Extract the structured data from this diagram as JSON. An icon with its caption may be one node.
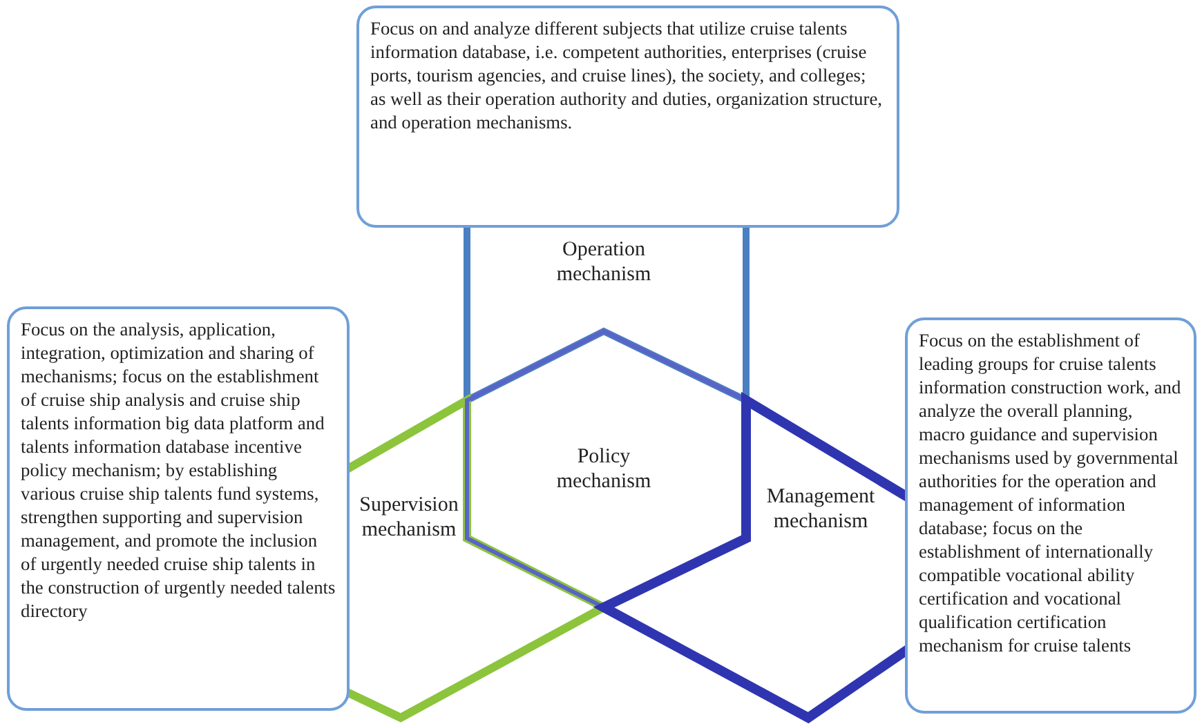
{
  "diagram": {
    "nodes": [
      {
        "text": [
          "Focus on and analyze different subjects that utilize cruise talents information database, i.e. competent authorities, enterprises (cruise ports, tourism agencies, and cruise lines), the society, and colleges; as well as their operation authority and duties, organization structure, and operation mechanisms."
        ]
      },
      {
        "text": [
          "Operation mechanism"
        ]
      },
      {
        "text": [
          "Focus on the analysis, application, integration, optimization and sharing of mechanisms; focus on the establishment of cruise ship analysis and cruise ship talents information big data platform and talents information database incentive policy mechanism; by establishing various cruise ship talents fund systems, strengthen supporting and supervision management, and promote the inclusion of urgently needed cruise ship talents in the construction of urgently needed talents directory"
        ]
      },
      {
        "text": [
          "Supervision mechanism"
        ]
      },
      {
        "text": [
          "Policy mechanism"
        ]
      },
      {
        "text": [
          "Management mechanism"
        ]
      },
      {
        "text": [
          "Focus on the establishment of leading groups for cruise talents information construction work, and analyze the overall planning, macro guidance and supervision mechanisms used by governmental authorities for the operation and management of information database; focus on the establishment of internationally compatible vocational ability certification and vocational qualification certification mechanism for cruise talents"
        ]
      }
    ]
  }
}
